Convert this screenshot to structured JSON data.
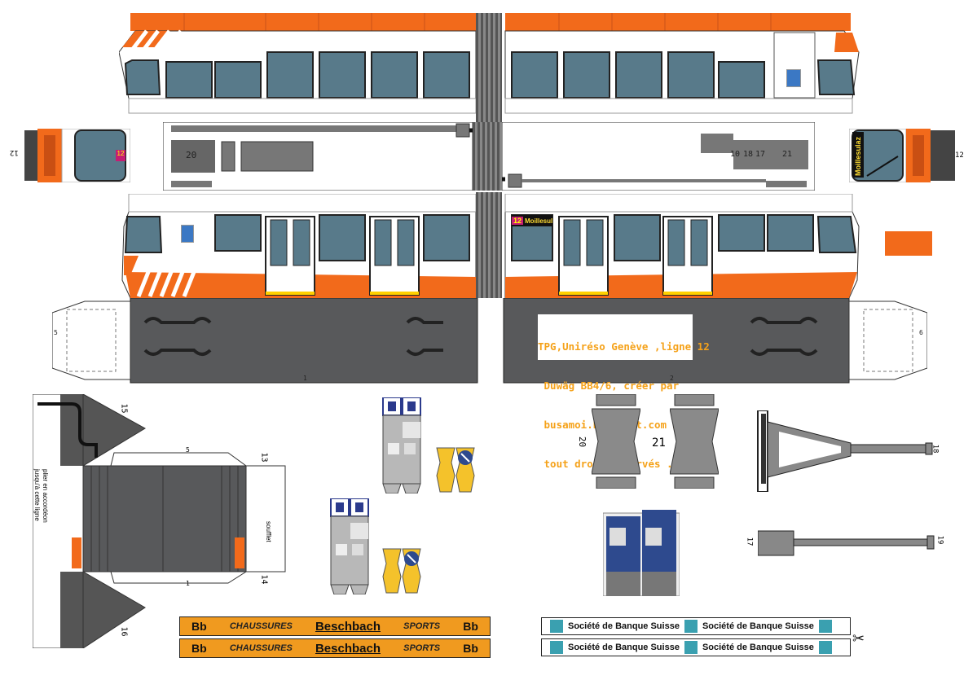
{
  "colors": {
    "tpg_orange": "#f26a1b",
    "window_blue": "#587a8a",
    "chassis_grey": "#58595b",
    "ad_orange": "#f09a1f",
    "credit_text": "#f5a21a",
    "ticket_yellow": "#f4c22b",
    "machine_blue": "#2e4a8e"
  },
  "credit": {
    "line1": "TPG,Uniréso Genève ,ligne 12",
    "line2": " Duwäg BB4/6, créer par",
    "line3": " busamoi.blogspot.com 2011",
    "line4": " tout droit réservés ."
  },
  "destination": {
    "route": "12",
    "name": "Moillesulaz"
  },
  "part_numbers": {
    "p1": "1",
    "p2": "2",
    "p5": "5",
    "p6": "6",
    "p10": "10",
    "p12": "12",
    "p13": "13",
    "p14": "14",
    "p15": "15",
    "p16": "16",
    "p17": "17",
    "p18": "18",
    "p19": "19",
    "p20": "20",
    "p21": "21"
  },
  "fold_text": {
    "label": "soufflet",
    "instruction": "plier en accordéon\njusqu'à cette ligne"
  },
  "ad_strip": {
    "logo": "Bb",
    "left": "CHAUSSURES",
    "brand": "Beschbach",
    "right": "SPORTS"
  },
  "bank_strip": {
    "name": "Société de Banque Suisse"
  },
  "icons": {
    "scissors": "scissors-icon",
    "tram_sign": "tram-stop-icon",
    "direction_sign": "direction-arrow-icon",
    "bank_logo": "bank-key-icon",
    "geneva_crest": "geneva-crest-icon"
  }
}
